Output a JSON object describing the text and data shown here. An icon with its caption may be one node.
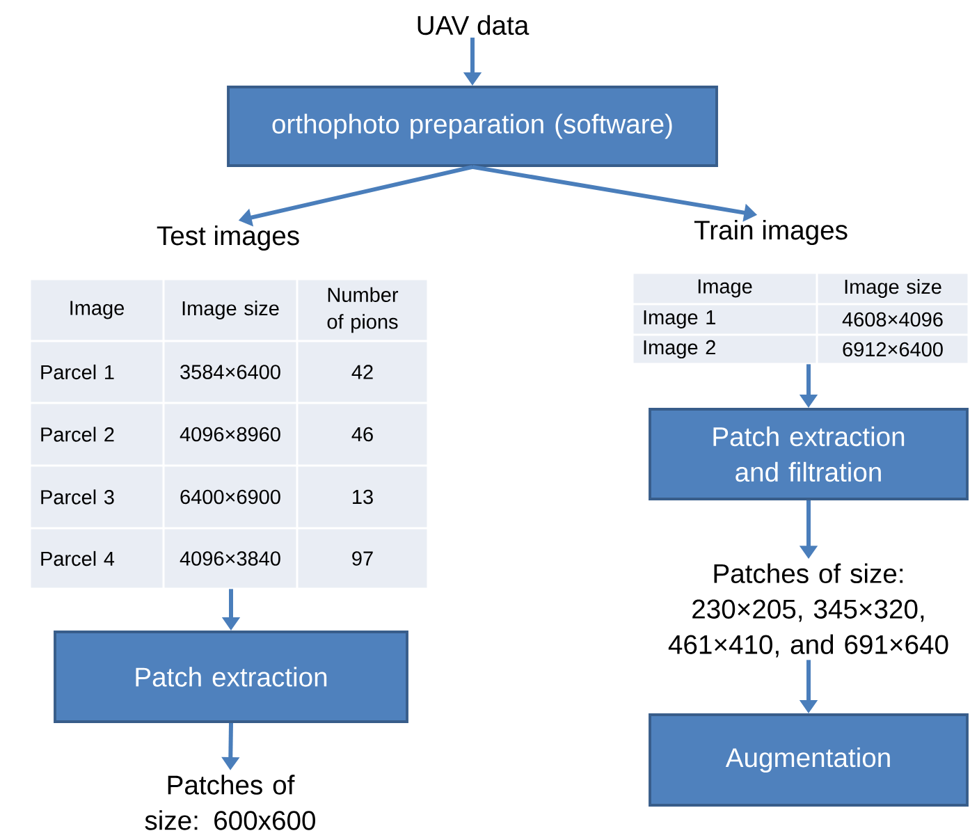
{
  "diagram": {
    "nodes": [
      {
        "text": [
          "UAV data"
        ]
      },
      {
        "text": [
          "orthophoto preparation (software)"
        ]
      },
      {
        "text": [
          "Test images"
        ]
      },
      {
        "text": [
          "Train images"
        ]
      },
      {
        "text": [
          "Image",
          "Image size",
          "Number of pions",
          "Parcel 1",
          "3584×6400",
          "42",
          "Parcel 2",
          "4096×8960",
          "46",
          "Parcel 3",
          "6400×6900",
          "13",
          "Parcel 4",
          "4096×3840",
          "97"
        ]
      },
      {
        "text": [
          "Patch extraction"
        ]
      },
      {
        "text": [
          "Patches of size: 600x600"
        ]
      },
      {
        "text": [
          "Image",
          "Image size",
          "Image 1",
          "4608×4096",
          "Image 2",
          "6912×6400"
        ]
      },
      {
        "text": [
          "Patch extraction and filtration"
        ]
      },
      {
        "text": [
          "Patches of size: 230×205, 345×320, 461×410, and 691×640"
        ]
      },
      {
        "text": [
          "Augmentation"
        ]
      }
    ],
    "edges": [
      {
        "from": 0,
        "to": 1,
        "arrow": "to"
      },
      {
        "from": 1,
        "to": 2,
        "arrow": "to"
      },
      {
        "from": 1,
        "to": 3,
        "arrow": "to"
      },
      {
        "from": 4,
        "to": 5,
        "arrow": "to"
      },
      {
        "from": 5,
        "to": 6,
        "arrow": "to"
      },
      {
        "from": 7,
        "to": 8,
        "arrow": "to"
      },
      {
        "from": 8,
        "to": 9,
        "arrow": "to"
      },
      {
        "from": 9,
        "to": 10,
        "arrow": "to"
      }
    ]
  }
}
